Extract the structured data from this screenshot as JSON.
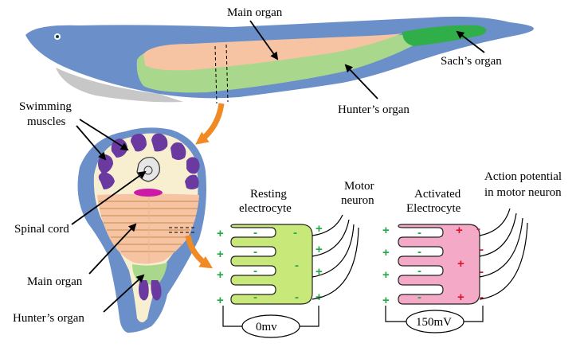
{
  "labels": {
    "main_organ_top": "Main organ",
    "sachs_organ": "Sach’s organ",
    "hunters_organ_top": "Hunter’s organ",
    "swimming_muscles_1": "Swimming",
    "swimming_muscles_2": "muscles",
    "spinal_cord": "Spinal cord",
    "main_organ_bottom": "Main organ",
    "hunters_organ_bottom": "Hunter’s organ",
    "resting_1": "Resting",
    "resting_2": "electrocyte",
    "motor_neuron_1": "Motor",
    "motor_neuron_2": "neuron",
    "activated_1": "Activated",
    "activated_2": "Electrocyte",
    "action_potential_1": "Action potential",
    "action_potential_2": "in motor neuron"
  },
  "voltages": {
    "resting": "0mv",
    "activated": "150mV"
  },
  "signs": {
    "plus": "+",
    "minus": "-"
  },
  "colors": {
    "fish_body": "#6b8fc9",
    "fish_belly": "#c7c7c7",
    "main_organ": "#f6c3a3",
    "hunters_organ": "#a9d88c",
    "sachs_organ": "#2fae4a",
    "muscle": "#6a3aa0",
    "spinal_canal": "#e6e6e6",
    "resting_cell": "#c9e87a",
    "activated_cell": "#f4a9c6",
    "arrow_orange": "#f08a24",
    "plus_green": "#22a845",
    "plus_red": "#e0102a"
  }
}
